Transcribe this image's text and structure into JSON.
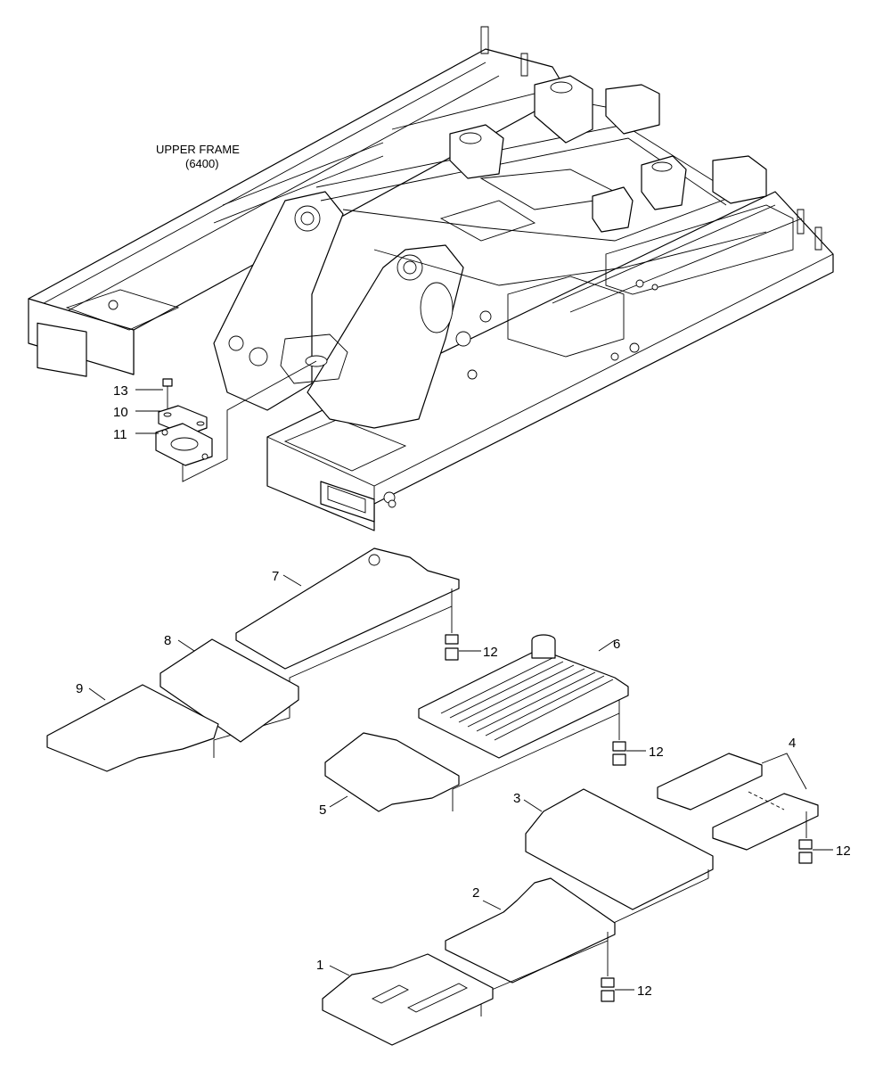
{
  "frame_label": {
    "line1": "UPPER FRAME",
    "line2": "(6400)"
  },
  "callouts": {
    "c1": "1",
    "c2": "2",
    "c3": "3",
    "c4": "4",
    "c5": "5",
    "c6": "6",
    "c7": "7",
    "c8": "8",
    "c9": "9",
    "c10": "10",
    "c11": "11",
    "c13": "13",
    "c12a": "12",
    "c12b": "12",
    "c12c": "12",
    "c12d": "12"
  }
}
